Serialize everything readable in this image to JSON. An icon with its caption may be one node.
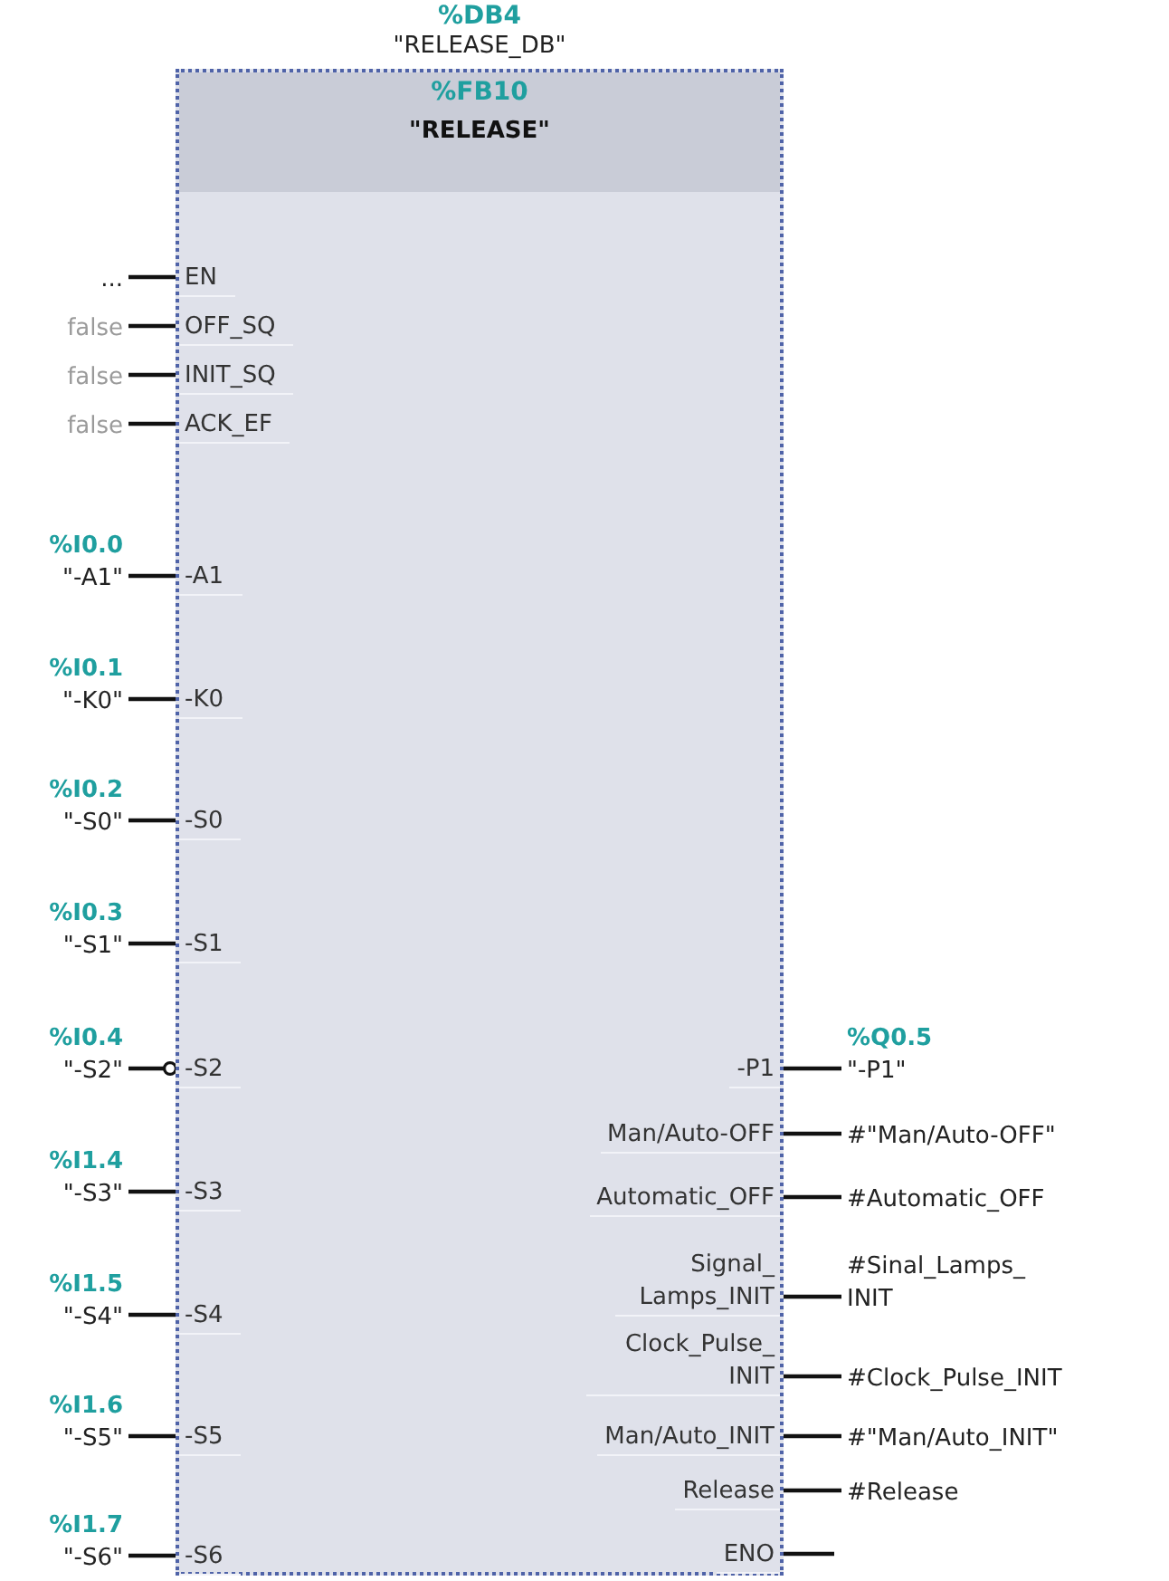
{
  "diagram": {
    "nodes": [
      {
        "text": [
          "%FB10",
          "\"RELEASE\""
        ],
        "beside": [
          "%DB4",
          "\"RELEASE_DB\""
        ]
      },
      {
        "text": [
          "EN"
        ],
        "in": 0
      },
      {
        "text": [
          "OFF_SQ"
        ],
        "in": 0
      },
      {
        "text": [
          "INIT_SQ"
        ],
        "in": 0
      },
      {
        "text": [
          "ACK_EF"
        ],
        "in": 0
      },
      {
        "text": [
          "-A1"
        ],
        "in": 0
      },
      {
        "text": [
          "-K0"
        ],
        "in": 0
      },
      {
        "text": [
          "-S0"
        ],
        "in": 0
      },
      {
        "text": [
          "-S1"
        ],
        "in": 0
      },
      {
        "text": [
          "-S2"
        ],
        "in": 0
      },
      {
        "text": [
          "-S3"
        ],
        "in": 0
      },
      {
        "text": [
          "-S4"
        ],
        "in": 0
      },
      {
        "text": [
          "-S5"
        ],
        "in": 0
      },
      {
        "text": [
          "-S6"
        ],
        "in": 0
      },
      {
        "text": [
          "-P1"
        ],
        "in": 0
      },
      {
        "text": [
          "Man/Auto-OFF"
        ],
        "in": 0
      },
      {
        "text": [
          "Automatic_OFF"
        ],
        "in": 0
      },
      {
        "text": [
          "Signal_Lamps_INIT"
        ],
        "in": 0
      },
      {
        "text": [
          "Clock_Pulse_INIT"
        ],
        "in": 0
      },
      {
        "text": [
          "Man/Auto_INIT"
        ],
        "in": 0
      },
      {
        "text": [
          "Release"
        ],
        "in": 0
      },
      {
        "text": [
          "ENO"
        ],
        "in": 0
      },
      {
        "text": [
          "..."
        ]
      },
      {
        "text": [
          "false"
        ]
      },
      {
        "text": [
          "false"
        ]
      },
      {
        "text": [
          "false"
        ]
      },
      {
        "text": [
          "%I0.0",
          "\"-A1\""
        ]
      },
      {
        "text": [
          "%I0.1",
          "\"-K0\""
        ]
      },
      {
        "text": [
          "%I0.2",
          "\"-S0\""
        ]
      },
      {
        "text": [
          "%I0.3",
          "\"-S1\""
        ]
      },
      {
        "text": [
          "%I0.4",
          "\"-S2\""
        ]
      },
      {
        "text": [
          "%I1.4",
          "\"-S3\""
        ]
      },
      {
        "text": [
          "%I1.5",
          "\"-S4\""
        ]
      },
      {
        "text": [
          "%I1.6",
          "\"-S5\""
        ]
      },
      {
        "text": [
          "%I1.7",
          "\"-S6\""
        ]
      },
      {
        "text": [
          "%Q0.5",
          "\"-P1\""
        ]
      },
      {
        "text": [
          "#\"Man/Auto-OFF\""
        ]
      },
      {
        "text": [
          "#Automatic_OFF"
        ]
      },
      {
        "text": [
          "#Sinal_Lamps_INIT"
        ]
      },
      {
        "text": [
          "#Clock_Pulse_INIT"
        ]
      },
      {
        "text": [
          "#\"Man/Auto_INIT\""
        ]
      },
      {
        "text": [
          "#Release"
        ]
      }
    ],
    "edges": [
      {
        "from": 22,
        "to": 1,
        "arrow": "none"
      },
      {
        "from": 23,
        "to": 2,
        "arrow": "none"
      },
      {
        "from": 24,
        "to": 3,
        "arrow": "none"
      },
      {
        "from": 25,
        "to": 4,
        "arrow": "none"
      },
      {
        "from": 26,
        "to": 5,
        "arrow": "none"
      },
      {
        "from": 27,
        "to": 6,
        "arrow": "none"
      },
      {
        "from": 28,
        "to": 7,
        "arrow": "none"
      },
      {
        "from": 29,
        "to": 8,
        "arrow": "none"
      },
      {
        "from": 30,
        "to": 9,
        "arrow": "other"
      },
      {
        "from": 31,
        "to": 10,
        "arrow": "none"
      },
      {
        "from": 32,
        "to": 11,
        "arrow": "none"
      },
      {
        "from": 33,
        "to": 12,
        "arrow": "none"
      },
      {
        "from": 34,
        "to": 13,
        "arrow": "none"
      },
      {
        "from": 14,
        "to": 35,
        "arrow": "none"
      },
      {
        "from": 15,
        "to": 36,
        "arrow": "none"
      },
      {
        "from": 16,
        "to": 37,
        "arrow": "none"
      },
      {
        "from": 17,
        "to": 38,
        "arrow": "none"
      },
      {
        "from": 18,
        "to": 39,
        "arrow": "none"
      },
      {
        "from": 19,
        "to": 40,
        "arrow": "none"
      },
      {
        "from": 20,
        "to": 41,
        "arrow": "none"
      },
      {
        "from": 21,
        "to": null,
        "arrow": "none"
      }
    ]
  }
}
